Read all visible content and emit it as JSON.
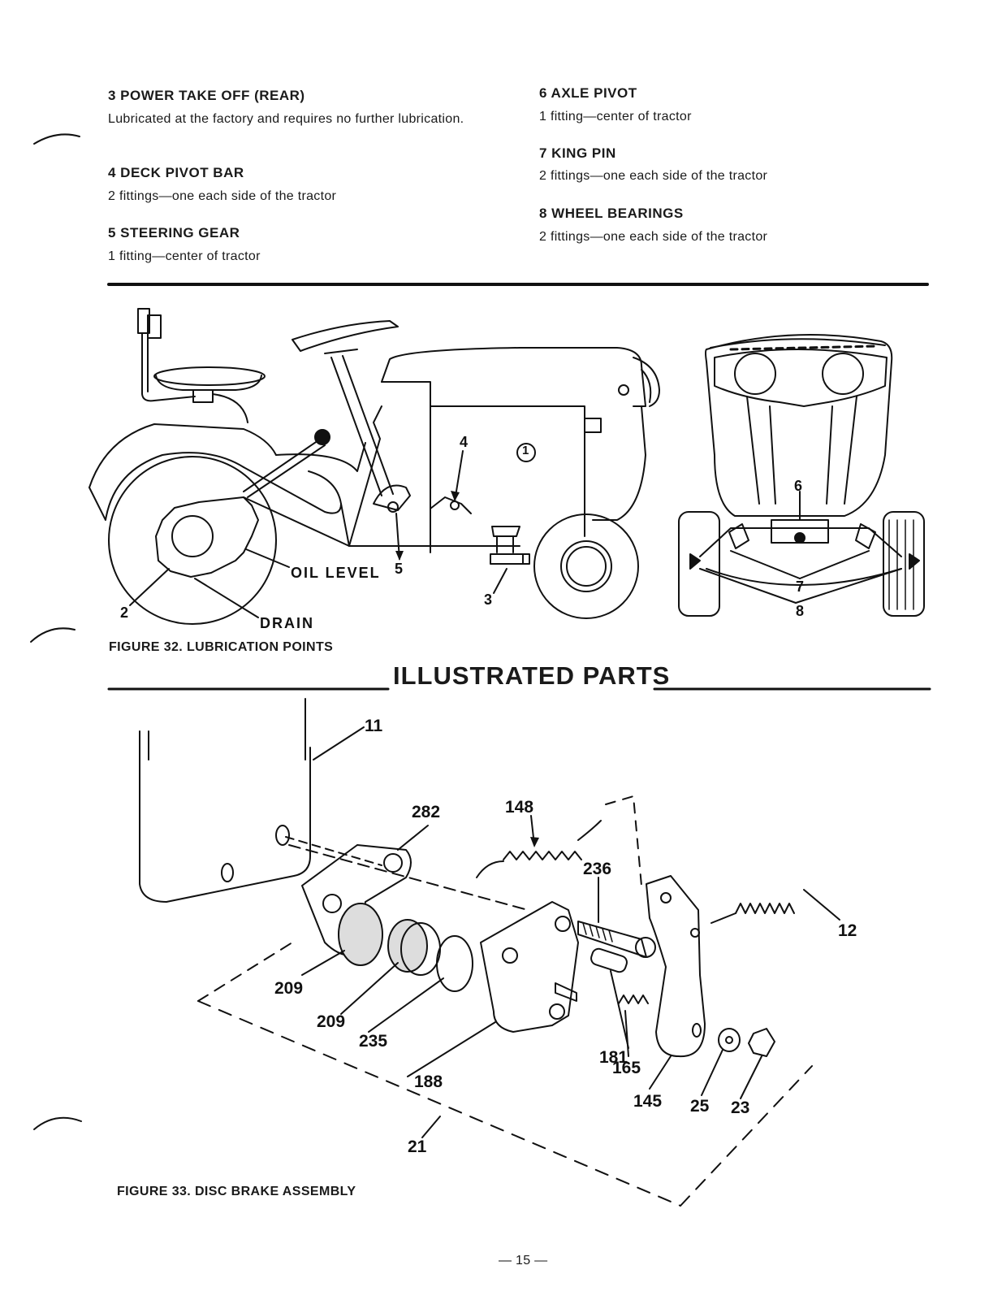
{
  "lubrication": {
    "left": [
      {
        "heading": "3 POWER TAKE OFF (REAR)",
        "body": "Lubricated at the factory and requires no further lubrication."
      },
      {
        "heading": "4 DECK PIVOT BAR",
        "body": "2 fittings—one each side of the tractor"
      },
      {
        "heading": "5 STEERING GEAR",
        "body": "1 fitting—center of tractor"
      }
    ],
    "right": [
      {
        "heading": "6 AXLE PIVOT",
        "body": "1 fitting—center of tractor"
      },
      {
        "heading": "7 KING PIN",
        "body": "2 fittings—one each side of the tractor"
      },
      {
        "heading": "8 WHEEL BEARINGS",
        "body": "2 fittings—one each side of the tractor"
      }
    ]
  },
  "figure32": {
    "caption": "FIGURE 32. LUBRICATION POINTS",
    "labels": {
      "n1": "1",
      "n2": "2",
      "n3": "3",
      "n4": "4",
      "n5": "5",
      "n6": "6",
      "n7": "7",
      "n8": "8",
      "oil_level": "OIL LEVEL",
      "drain": "DRAIN"
    }
  },
  "section_title": "ILLUSTRATED PARTS",
  "figure33": {
    "caption": "FIGURE 33. DISC BRAKE ASSEMBLY",
    "parts": {
      "p11": "11",
      "p282": "282",
      "p148": "148",
      "p236": "236",
      "p12": "12",
      "p209a": "209",
      "p209b": "209",
      "p235": "235",
      "p188": "188",
      "p181": "181",
      "p165": "165",
      "p145": "145",
      "p25": "25",
      "p23": "23",
      "p21": "21"
    }
  },
  "page_number": "— 15 —"
}
